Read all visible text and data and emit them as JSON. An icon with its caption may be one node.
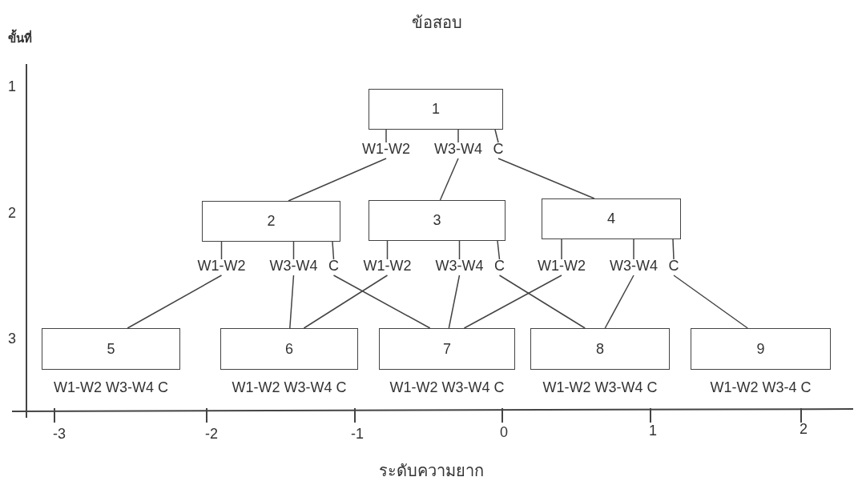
{
  "diagram": {
    "title": "ข้อสอบ",
    "nodes": [
      {
        "text": [
          "1"
        ]
      },
      {
        "text": [
          "2"
        ]
      },
      {
        "text": [
          "3"
        ]
      },
      {
        "text": [
          "4"
        ]
      },
      {
        "text": [
          "5"
        ],
        "beside": [
          "W1-W2 W3-W4 C"
        ]
      },
      {
        "text": [
          "6"
        ],
        "beside": [
          "W1-W2 W3-W4 C"
        ]
      },
      {
        "text": [
          "7"
        ],
        "beside": [
          "W1-W2 W3-W4 C"
        ]
      },
      {
        "text": [
          "8"
        ],
        "beside": [
          "W1-W2 W3-W4 C"
        ]
      },
      {
        "text": [
          "9"
        ],
        "beside": [
          "W1-W2 W3-4 C"
        ]
      },
      {
        "text": [
          "W1-W2"
        ]
      },
      {
        "text": [
          "W3-W4"
        ]
      },
      {
        "text": [
          "C"
        ]
      },
      {
        "text": [
          "W1-W2"
        ]
      },
      {
        "text": [
          "W3-W4"
        ]
      },
      {
        "text": [
          "C"
        ]
      },
      {
        "text": [
          "W1-W2"
        ]
      },
      {
        "text": [
          "W3-W4"
        ]
      },
      {
        "text": [
          "C"
        ]
      },
      {
        "text": [
          "W1-W2"
        ]
      },
      {
        "text": [
          "W3-W4"
        ]
      },
      {
        "text": [
          "C"
        ]
      }
    ],
    "edges": [
      {
        "from": 0,
        "to": 9,
        "arrow": "none"
      },
      {
        "from": 0,
        "to": 10,
        "arrow": "none"
      },
      {
        "from": 0,
        "to": 11,
        "arrow": "none"
      },
      {
        "from": 9,
        "to": 1,
        "arrow": "none"
      },
      {
        "from": 10,
        "to": 2,
        "arrow": "none"
      },
      {
        "from": 11,
        "to": 3,
        "arrow": "none"
      },
      {
        "from": 1,
        "to": 12,
        "arrow": "none"
      },
      {
        "from": 1,
        "to": 13,
        "arrow": "none"
      },
      {
        "from": 1,
        "to": 14,
        "arrow": "none"
      },
      {
        "from": 2,
        "to": 15,
        "arrow": "none"
      },
      {
        "from": 2,
        "to": 16,
        "arrow": "none"
      },
      {
        "from": 2,
        "to": 17,
        "arrow": "none"
      },
      {
        "from": 3,
        "to": 18,
        "arrow": "none"
      },
      {
        "from": 3,
        "to": 19,
        "arrow": "none"
      },
      {
        "from": 3,
        "to": 20,
        "arrow": "none"
      },
      {
        "from": 12,
        "to": 4,
        "arrow": "none"
      },
      {
        "from": 13,
        "to": 5,
        "arrow": "none"
      },
      {
        "from": 14,
        "to": 6,
        "arrow": "none"
      },
      {
        "from": 15,
        "to": 5,
        "arrow": "none"
      },
      {
        "from": 16,
        "to": 6,
        "arrow": "none"
      },
      {
        "from": 17,
        "to": 7,
        "arrow": "none"
      },
      {
        "from": 18,
        "to": 6,
        "arrow": "none"
      },
      {
        "from": 19,
        "to": 7,
        "arrow": "none"
      },
      {
        "from": 20,
        "to": 8,
        "arrow": "none"
      }
    ],
    "labels": [
      "ขั้นที่",
      "1",
      "2",
      "3",
      "-3",
      "-2",
      "-1",
      "0",
      "1",
      "2",
      "ระดับความยาก"
    ]
  }
}
